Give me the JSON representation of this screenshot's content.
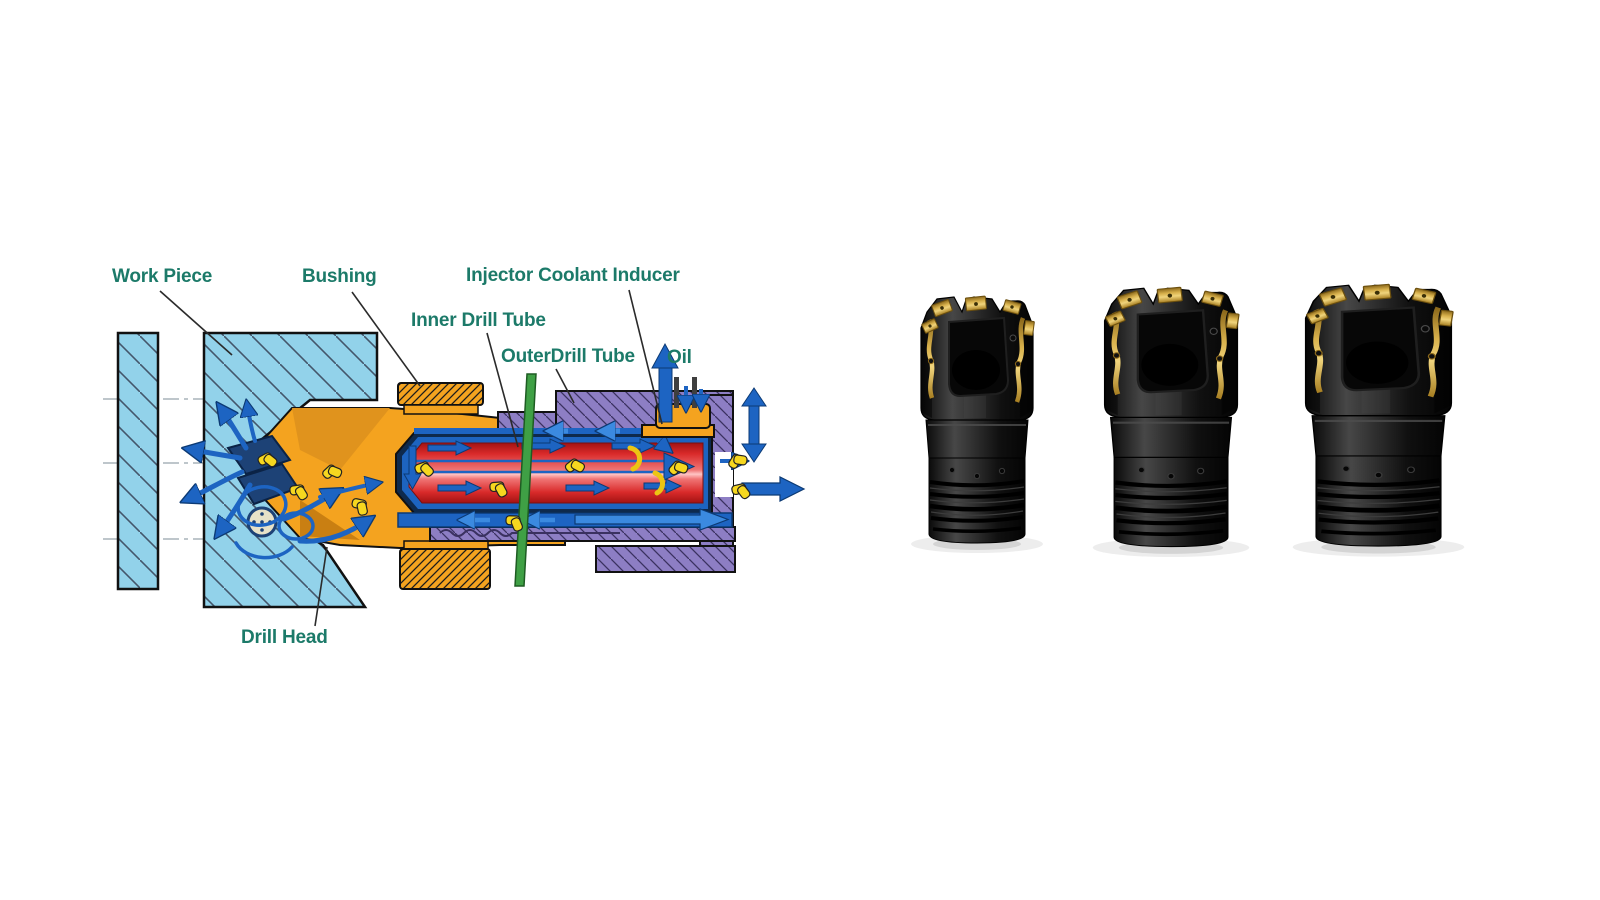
{
  "background_color": "#ffffff",
  "diagram": {
    "labels": {
      "work_piece": "Work Piece",
      "bushing": "Bushing",
      "injector_coolant_inducer": "Injector Coolant Inducer",
      "inner_drill_tube": "Inner Drill Tube",
      "outer_drill_tube": "OuterDrill Tube",
      "oil": "Oil",
      "drill_head": "Drill Head"
    },
    "label_color": "#1c7a69",
    "colors": {
      "workpiece_fill": "#92d2ea",
      "drill_body": "#f4a31f",
      "outer_tube": "#8d7ec4",
      "inner_tube_red": "#d92a2a",
      "coolant_flow_blue": "#1d64c2",
      "chip_yellow": "#f6d71f",
      "break_line_green": "#3fa045"
    }
  },
  "photo": {
    "drill_heads_count": 3,
    "body_color": "#141414",
    "insert_gold": "#d8b14c"
  }
}
